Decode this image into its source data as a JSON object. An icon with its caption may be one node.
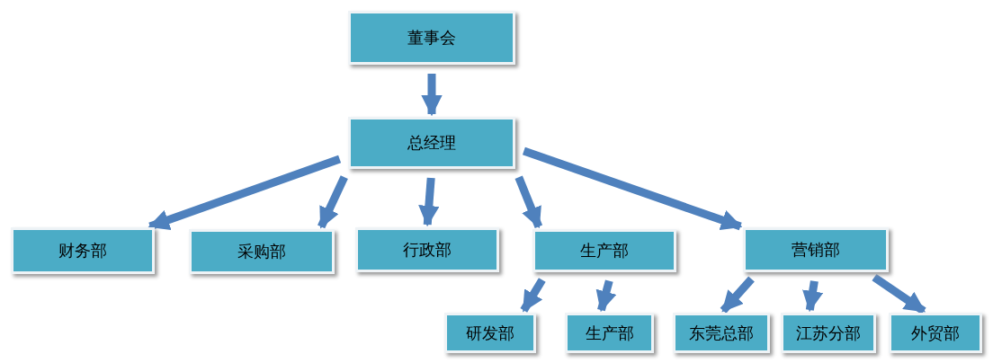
{
  "diagram": {
    "nodes": [
      {
        "text": [
          "董事会"
        ]
      },
      {
        "text": [
          "总经理"
        ]
      },
      {
        "text": [
          "财务部"
        ]
      },
      {
        "text": [
          "采购部"
        ]
      },
      {
        "text": [
          "行政部"
        ]
      },
      {
        "text": [
          "生产部"
        ]
      },
      {
        "text": [
          "营销部"
        ]
      },
      {
        "text": [
          "研发部"
        ]
      },
      {
        "text": [
          "生产部"
        ]
      },
      {
        "text": [
          "东莞总部"
        ]
      },
      {
        "text": [
          "江苏分部"
        ]
      },
      {
        "text": [
          "外贸部"
        ]
      }
    ],
    "edges": [
      {
        "from": 0,
        "to": 1,
        "arrow": "to"
      },
      {
        "from": 1,
        "to": 2,
        "arrow": "to"
      },
      {
        "from": 1,
        "to": 3,
        "arrow": "to"
      },
      {
        "from": 1,
        "to": 4,
        "arrow": "to"
      },
      {
        "from": 1,
        "to": 5,
        "arrow": "to"
      },
      {
        "from": 1,
        "to": 6,
        "arrow": "to"
      },
      {
        "from": 5,
        "to": 7,
        "arrow": "to"
      },
      {
        "from": 5,
        "to": 8,
        "arrow": "to"
      },
      {
        "from": 6,
        "to": 9,
        "arrow": "to"
      },
      {
        "from": 6,
        "to": 10,
        "arrow": "to"
      },
      {
        "from": 6,
        "to": 11,
        "arrow": "to"
      }
    ]
  }
}
